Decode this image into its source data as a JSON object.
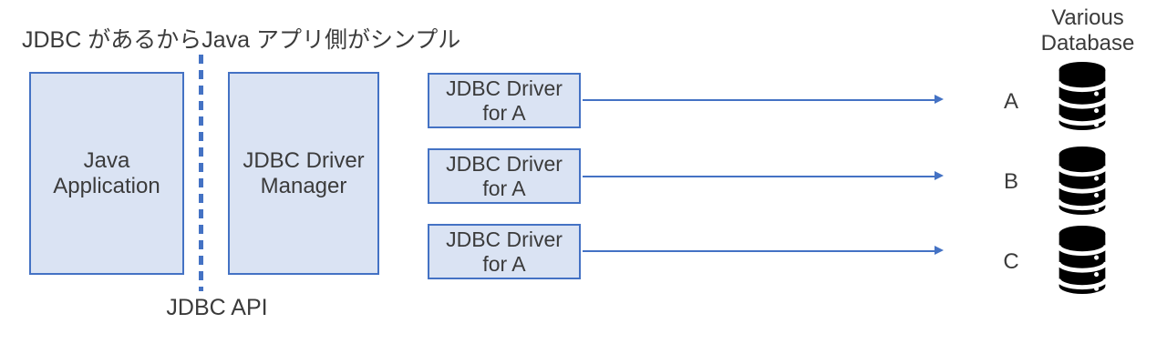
{
  "title": "JDBC があるからJava アプリ側がシンプル",
  "api_divider": {
    "label": "JDBC API"
  },
  "boxes": {
    "java_application": {
      "line1": "Java",
      "line2": "Application"
    },
    "driver_manager": {
      "line1": "JDBC Driver",
      "line2": "Manager"
    }
  },
  "drivers": [
    {
      "line1": "JDBC Driver",
      "line2": "for A"
    },
    {
      "line1": "JDBC Driver",
      "line2": "for A"
    },
    {
      "line1": "JDBC Driver",
      "line2": "for A"
    }
  ],
  "databases": {
    "heading_line1": "Various",
    "heading_line2": "Database",
    "items": [
      {
        "label": "A"
      },
      {
        "label": "B"
      },
      {
        "label": "C"
      }
    ]
  },
  "icons": {
    "database": "database-cylinder-icon"
  },
  "colors": {
    "accent": "#4472C4",
    "box_fill": "#DAE3F3",
    "text": "#3B3B3B",
    "db_icon": "#000000"
  }
}
